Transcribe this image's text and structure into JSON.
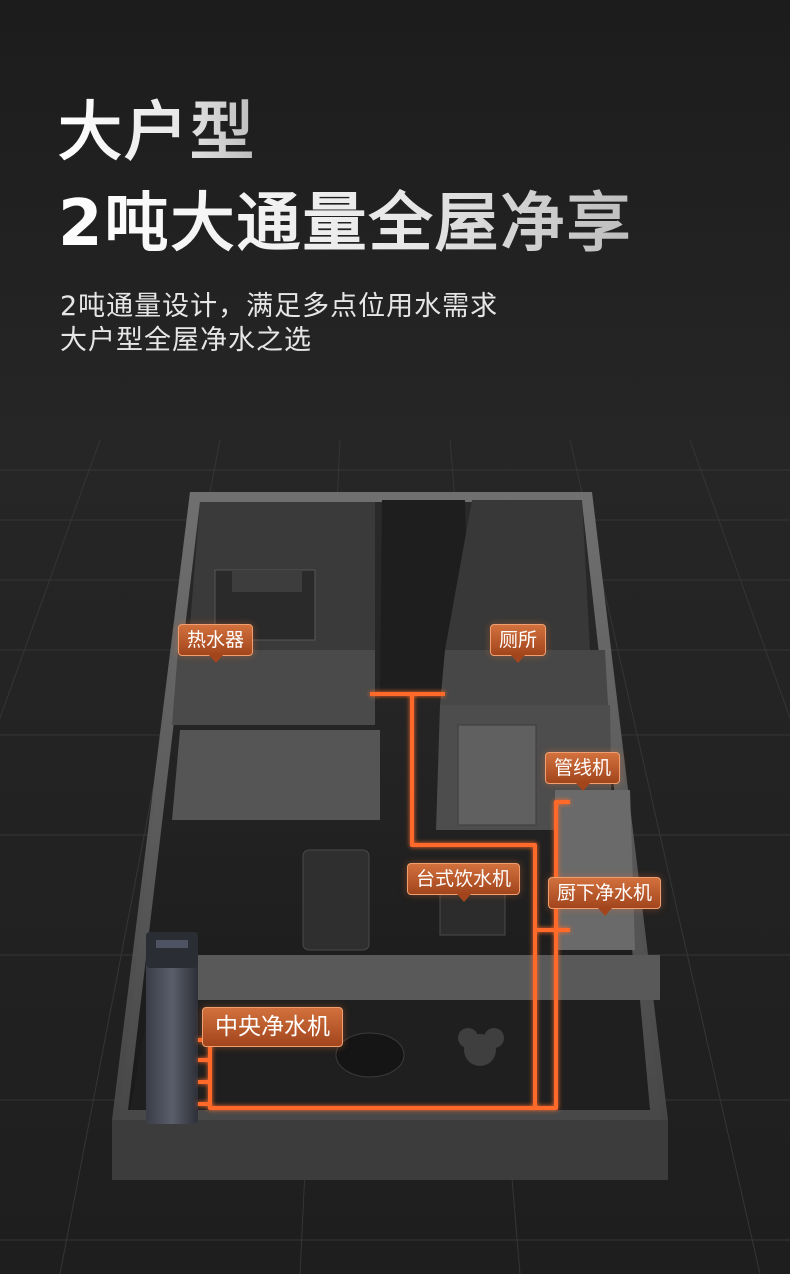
{
  "heading": {
    "line1": "大户型",
    "line2": "2吨大通量全屋净享"
  },
  "subtitle": {
    "line1": "2吨通量设计，满足多点位用水需求",
    "line2": "大户型全屋净水之选"
  },
  "points": {
    "water_heater": "热水器",
    "toilet": "厕所",
    "pipeline_machine": "管线机",
    "desktop_dispenser": "台式饮水机",
    "under_sink_purifier": "厨下净水机",
    "central_purifier": "中央净水机"
  },
  "colors": {
    "pipe": "#ff6a2a",
    "label_top": "#d2713d",
    "label_bottom": "#a2451d",
    "background": "#222222"
  }
}
